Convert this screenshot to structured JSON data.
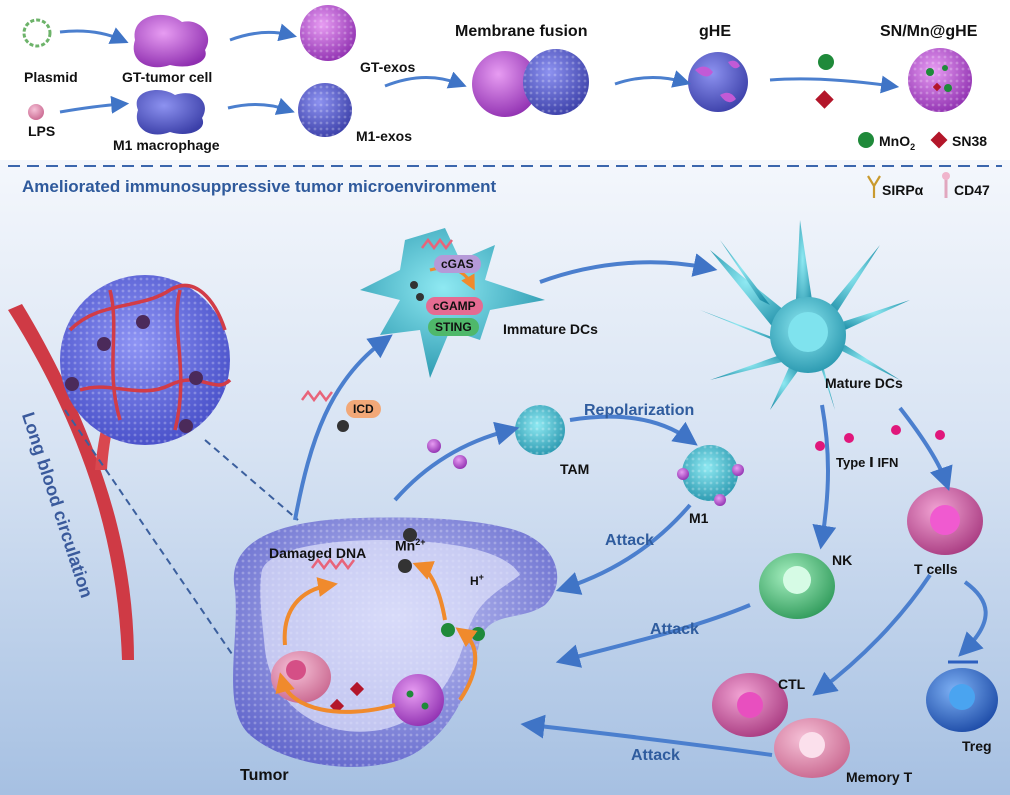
{
  "top_row": {
    "plasmid": "Plasmid",
    "gt_tumor_cell": "GT-tumor cell",
    "gt_exos": "GT-exos",
    "lps": "LPS",
    "m1_macrophage": "M1 macrophage",
    "m1_exos": "M1-exos",
    "membrane_fusion": "Membrane fusion",
    "ghe": "gHE",
    "sn_mn_ghe": "SN/Mn@gHE",
    "legend_mno2": "MnO",
    "legend_mno2_sub": "2",
    "legend_sn38": "SN38",
    "legend_sirpa": "SIRPα",
    "legend_cd47": "CD47"
  },
  "section_title": "Ameliorated immunosuppressive tumor microenvironment",
  "left": {
    "blood_label": "Long blood circulation",
    "tumor_label": "Tumor"
  },
  "tumor_cell": {
    "damaged_dna": "Damaged  DNA",
    "mn_ion": "Mn",
    "mn_ion_sup": "2+",
    "proton": "H",
    "proton_sup": "+"
  },
  "dc": {
    "icd": "ICD",
    "cgas": "cGAS",
    "cgamp": "cGAMP",
    "sting": "STING",
    "immature": "Immature DCs",
    "mature": "Mature DCs",
    "type_ifn": "Type  Ⅰ  IFN"
  },
  "macrophage": {
    "repolarization": "Repolarization",
    "tam": "TAM",
    "m1": "M1",
    "attack": "Attack"
  },
  "lymph": {
    "nk": "NK",
    "t_cells": "T cells",
    "ctl": "CTL",
    "treg": "Treg",
    "memory_t": "Memory T",
    "attack_nk": "Attack",
    "attack_ctl": "Attack"
  },
  "colors": {
    "header_bg": "#ffffff",
    "lower_bg_top": "#eef3fb",
    "lower_bg_bottom": "#a9c3e4",
    "divider": "#3b66ad",
    "arrow": "#4b7fce",
    "orange_arrow": "#f08a2c",
    "vessel": "#d23c47",
    "tumor_mass": "#5b62d8",
    "exosome_purple": "#b94fd0",
    "exosome_blue": "#5559c6",
    "dc_teal": "#2aa7bf",
    "nk_green": "#3bb26b",
    "tcell_magenta": "#c8458f",
    "treg_blue": "#2c5fbf",
    "ctl_pink": "#d66b9a"
  }
}
